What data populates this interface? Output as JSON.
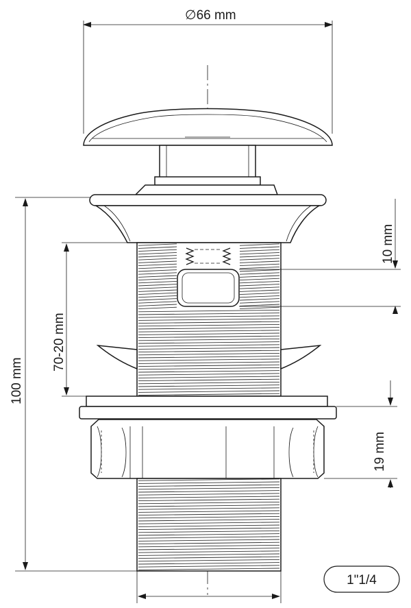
{
  "dimensions": {
    "diameter_symbol": "∅",
    "diameter": "66 mm",
    "height_total": "100 mm",
    "adjust_range": "70-20 mm",
    "slot_offset": "10 mm",
    "nut_height": "19 mm"
  },
  "thread_badge": "1\"1/4",
  "colors": {
    "line": "#1a1a1a",
    "background": "#ffffff"
  }
}
